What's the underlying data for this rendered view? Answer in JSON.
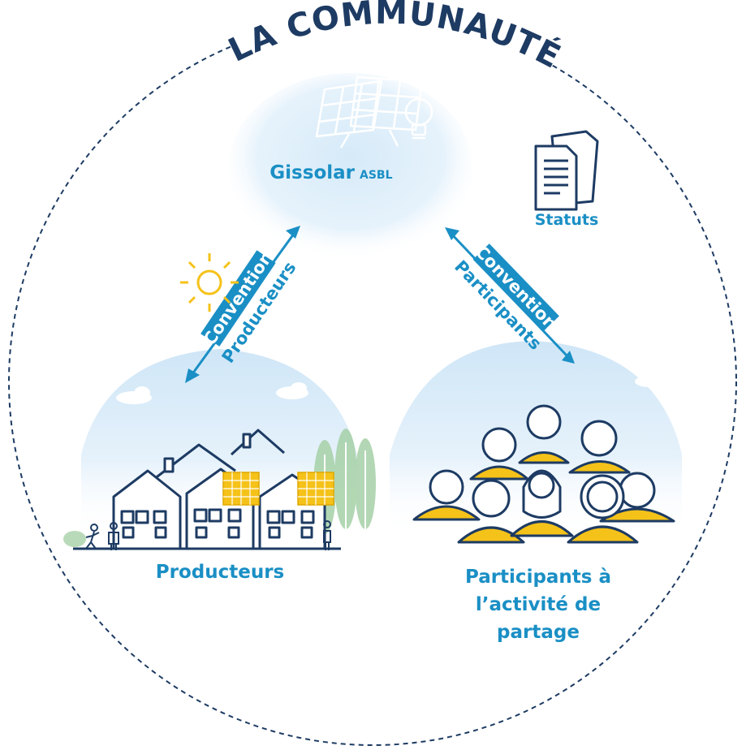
{
  "title": "LA COMMUNAUTÉ",
  "org": {
    "name": "Gissolar",
    "suffix": "ASBL"
  },
  "documents_label": "Statuts",
  "producers_label": "Producteurs",
  "participants_label_lines": [
    "Participants à",
    "l’activité de",
    "partage"
  ],
  "convention_producers": {
    "line1": "Convention",
    "line2": "Producteurs"
  },
  "convention_participants": {
    "line1": "Convention",
    "line2": "Participants"
  },
  "colors": {
    "navy": "#1d3b63",
    "accent_blue": "#1a8fc5",
    "sky_blue": "#d6eaf8",
    "solar_yellow": "#f5c219",
    "tree_green": "#a6d1a7"
  },
  "icons": [
    "solar-panel-icon",
    "sun-icon",
    "lightbulb-icon",
    "documents-icon",
    "houses-icon",
    "tree-icon",
    "person-icon",
    "cloud-icon"
  ]
}
